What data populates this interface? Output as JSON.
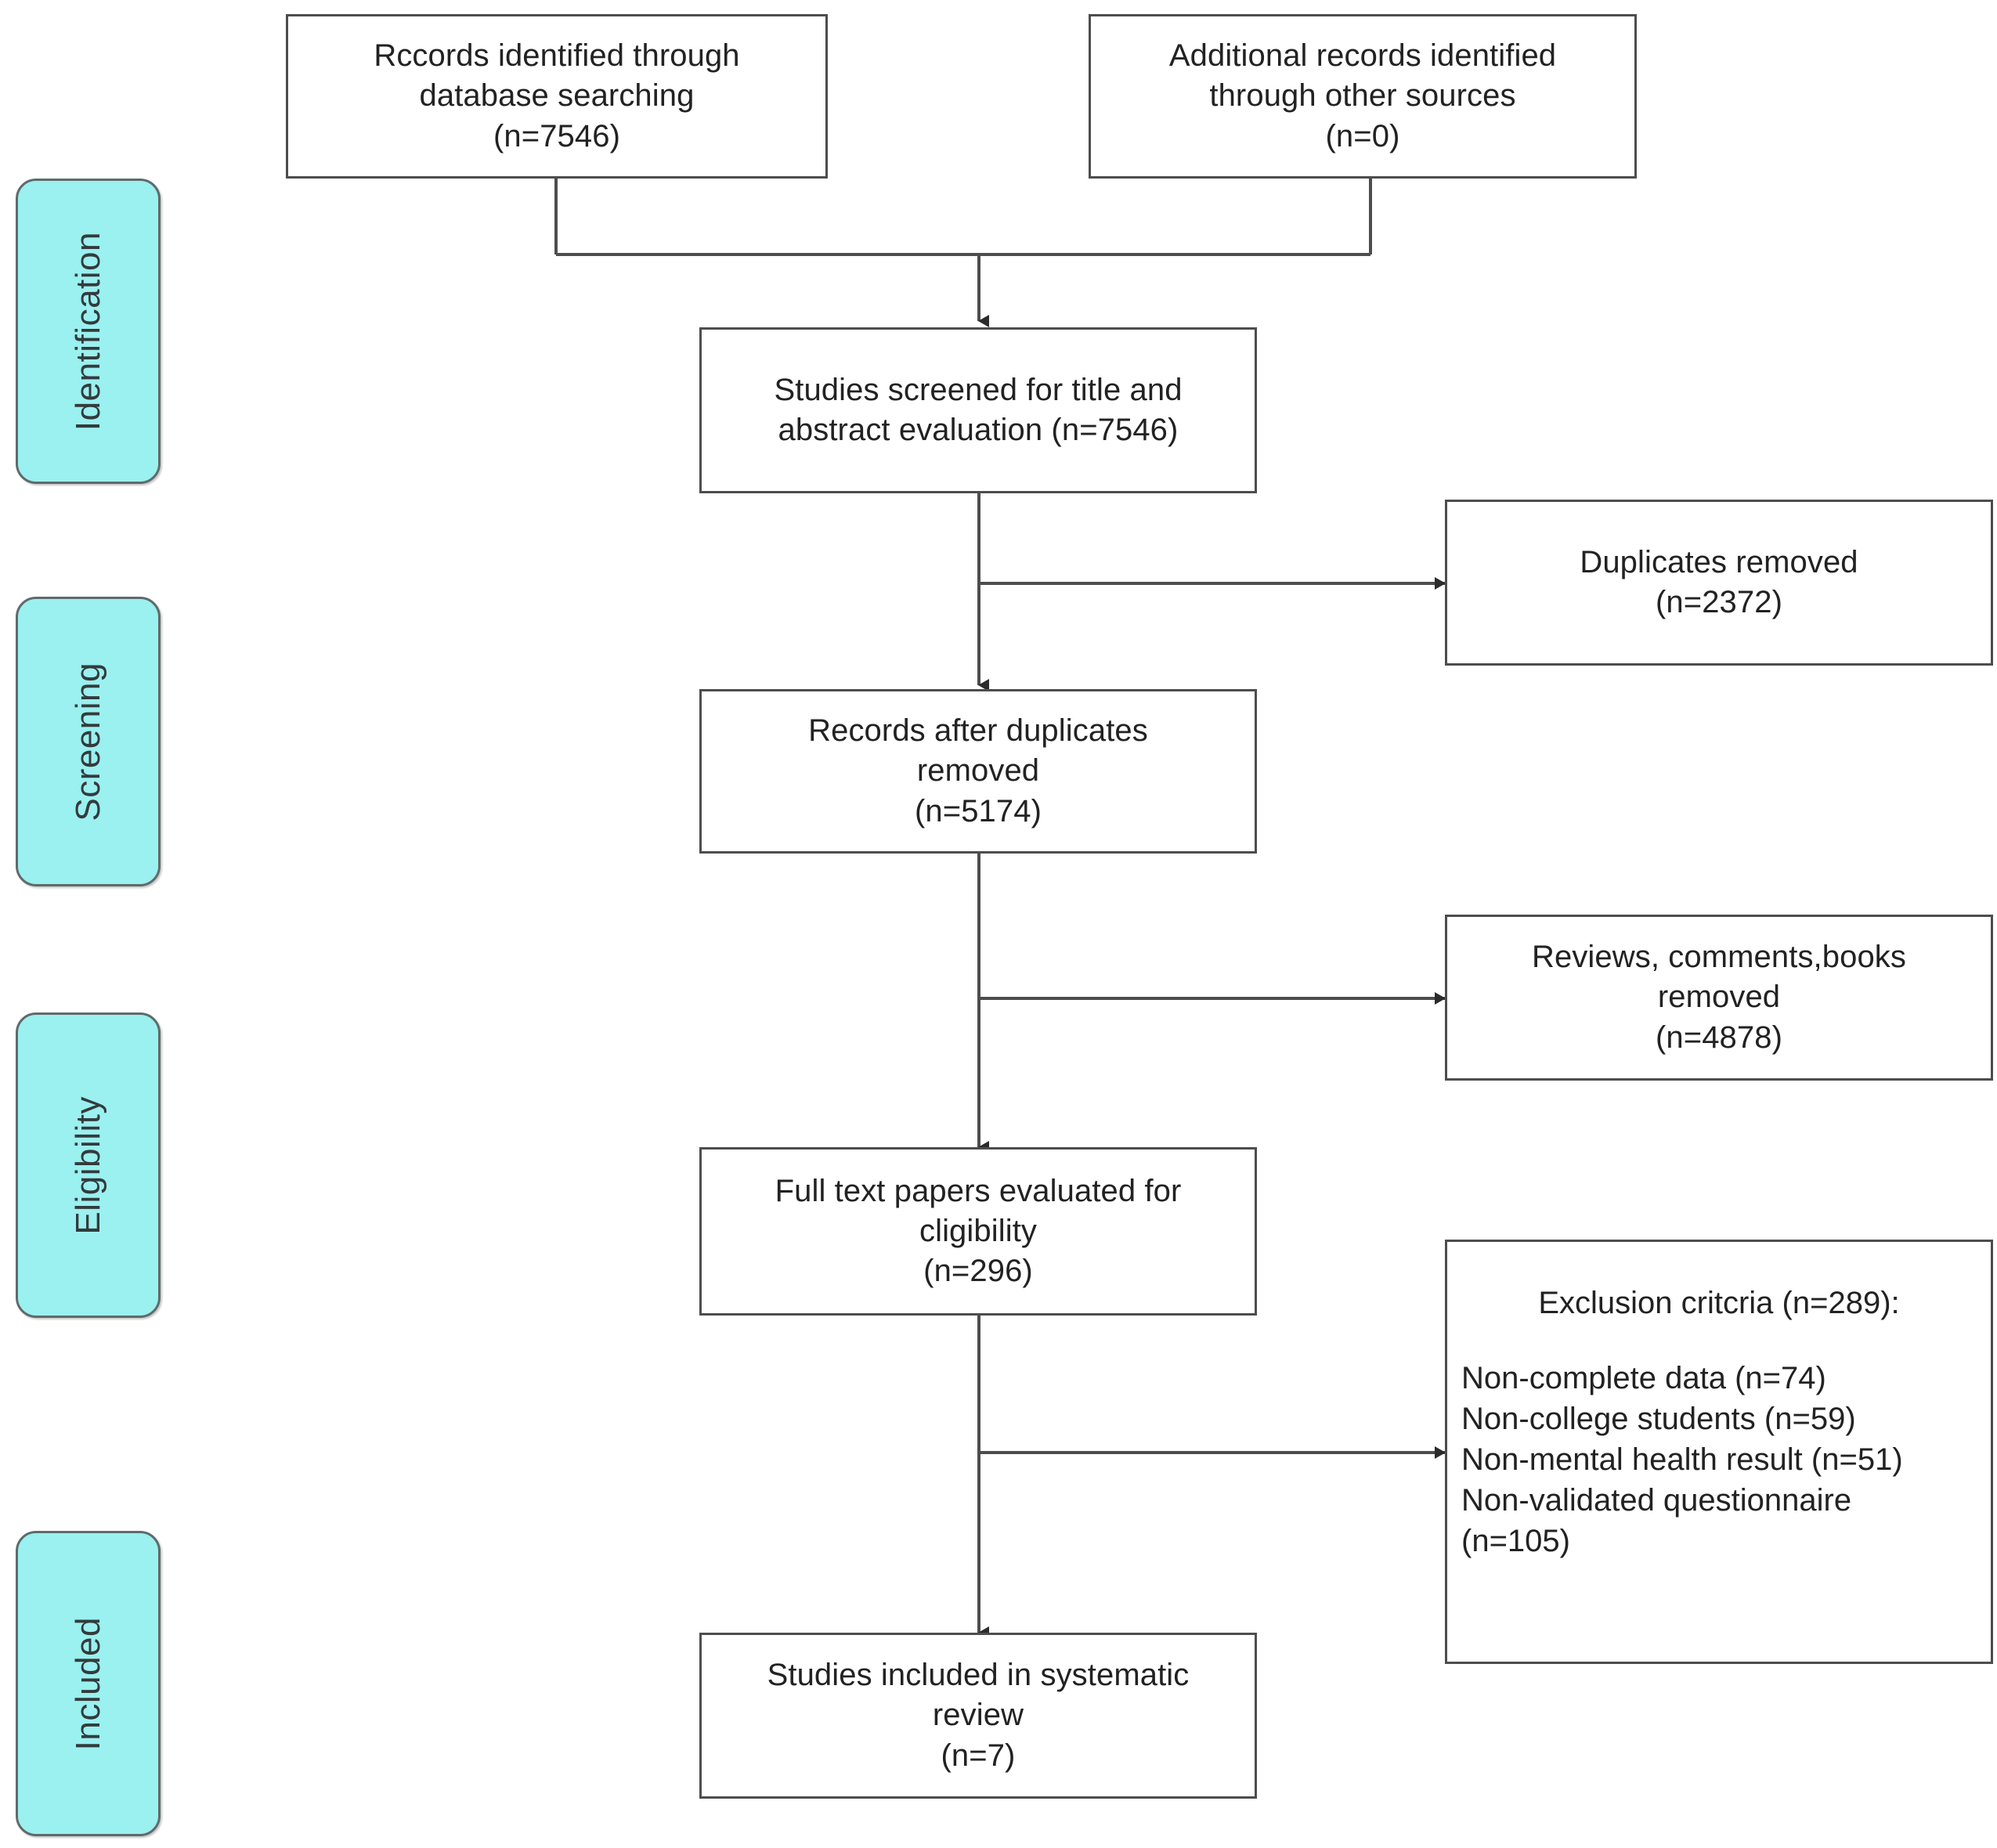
{
  "diagram": {
    "type": "prisma-flow-diagram",
    "stages": [
      {
        "id": "identification",
        "label": "Identification"
      },
      {
        "id": "screening",
        "label": "Screening"
      },
      {
        "id": "eligibility",
        "label": "Eligibility"
      },
      {
        "id": "included",
        "label": "Included"
      }
    ],
    "boxes": {
      "records_database": {
        "text": "Rccords identified through\ndatabase searching\n(n=7546)",
        "count": 7546
      },
      "records_other": {
        "text": "Additional records identified\nthrough other sources\n(n=0)",
        "count": 0
      },
      "screened": {
        "text": "Studies screened for title and\nabstract evaluation (n=7546)",
        "count": 7546
      },
      "duplicates_removed": {
        "text": "Duplicates removed\n(n=2372)",
        "count": 2372
      },
      "after_duplicates": {
        "text": "Records after duplicates\nremoved\n(n=5174)",
        "count": 5174
      },
      "reviews_removed": {
        "text": "Reviews, comments,books\nremoved\n(n=4878)",
        "count": 4878
      },
      "fulltext": {
        "text": "Full text papers evaluated for\ncligibility\n(n=296)",
        "count": 296
      },
      "exclusion": {
        "heading": "Exclusion critcria (n=289):",
        "total": 289,
        "items_text": "Non-complete data (n=74)\nNon-college students (n=59)\nNon-mental health result (n=51)\nNon-validated questionnaire\n(n=105)",
        "items": [
          {
            "label": "Non-complete data",
            "count": 74
          },
          {
            "label": "Non-college students",
            "count": 59
          },
          {
            "label": "Non-mental health result",
            "count": 51
          },
          {
            "label": "Non-validated questionnaire",
            "count": 105
          }
        ]
      },
      "included_studies": {
        "text": "Studies included in systematic\nreview\n(n=7)",
        "count": 7
      }
    },
    "colors": {
      "stage_fill": "#9BF0F0",
      "stage_border": "#5f6b6b",
      "box_border": "#4d4d4d",
      "connector": "#4d4d4d",
      "text": "#222222",
      "background": "#ffffff"
    }
  }
}
